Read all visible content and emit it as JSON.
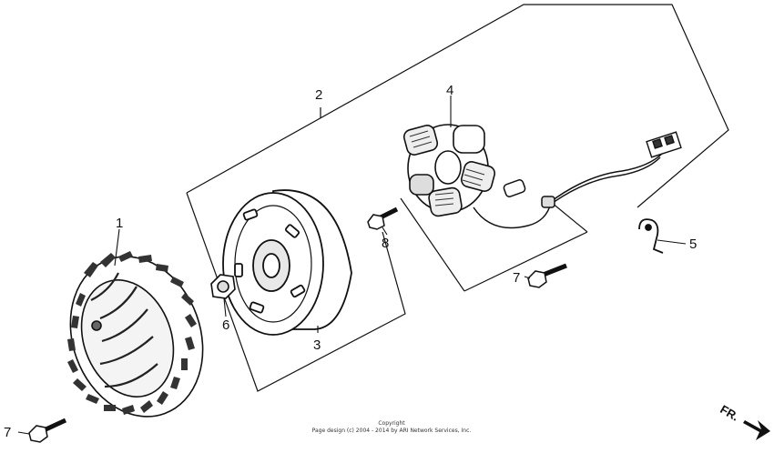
{
  "callouts": {
    "part_1": "1",
    "part_2": "2",
    "part_3": "3",
    "part_4": "4",
    "part_5": "5",
    "part_6": "6",
    "part_7_top": "7",
    "part_7_bottom": "7",
    "part_8": "8"
  },
  "direction": {
    "label": "FR."
  },
  "copyright": {
    "line1": "Copyright",
    "line2": "Page design (c) 2004 - 2014 by ARI Network Services, Inc."
  }
}
